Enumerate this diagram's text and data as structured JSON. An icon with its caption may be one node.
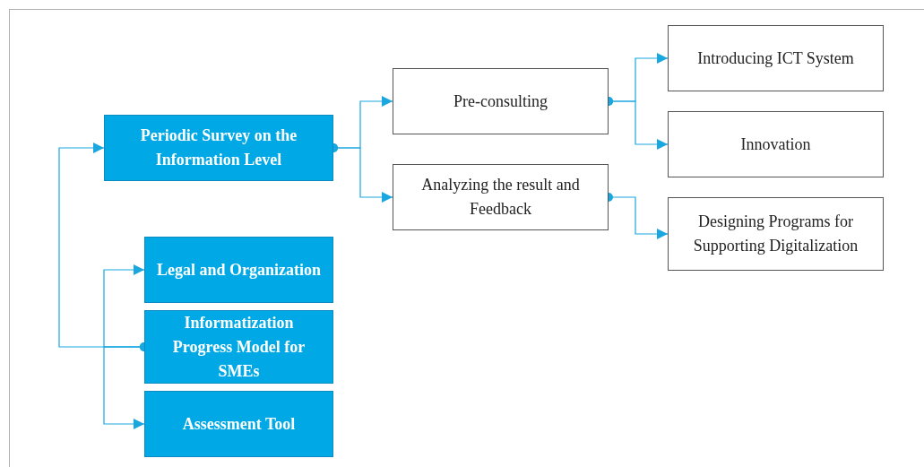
{
  "diagram": {
    "nodes": [
      {
        "text": [
          "Periodic Survey on the Information Level"
        ]
      },
      {
        "text": [
          "Pre-consulting"
        ]
      },
      {
        "text": [
          "Analyzing the result and Feedback"
        ]
      },
      {
        "text": [
          "Introducing ICT System"
        ]
      },
      {
        "text": [
          "Innovation"
        ]
      },
      {
        "text": [
          "Designing Programs for Supporting Digitalization"
        ]
      },
      {
        "text": [
          "Legal and Organization"
        ]
      },
      {
        "text": [
          "Informatization Progress Model for SMEs"
        ]
      },
      {
        "text": [
          "Assessment Tool"
        ]
      }
    ],
    "edges": [
      {
        "from": 0,
        "to": 1,
        "arrow": "to"
      },
      {
        "from": 0,
        "to": 2,
        "arrow": "to"
      },
      {
        "from": 1,
        "to": 3,
        "arrow": "to"
      },
      {
        "from": 1,
        "to": 4,
        "arrow": "to"
      },
      {
        "from": 2,
        "to": 5,
        "arrow": "to"
      },
      {
        "from": 7,
        "to": 0,
        "arrow": "to"
      },
      {
        "from": 7,
        "to": 6,
        "arrow": "to"
      },
      {
        "from": 7,
        "to": 8,
        "arrow": "to"
      }
    ]
  }
}
